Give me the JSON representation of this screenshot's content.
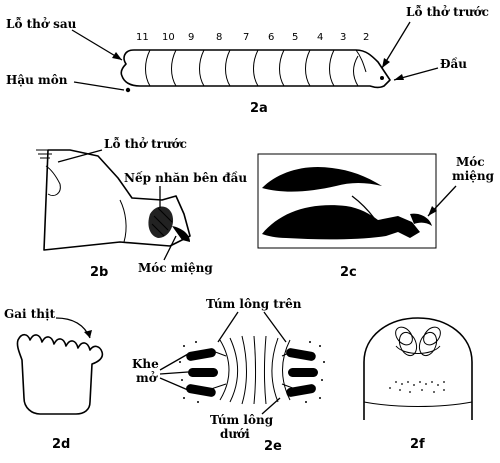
{
  "panel_2a": {
    "label_lo_tho_sau": "Lỗ thở sau",
    "label_lo_tho_truoc": "Lỗ thở trước",
    "label_hau_mon": "Hậu môn",
    "label_dau": "Đầu",
    "segments": [
      "11",
      "10",
      "9",
      "8",
      "7",
      "6",
      "5",
      "4",
      "3",
      "2"
    ],
    "caption": "2a"
  },
  "panel_2b": {
    "label_lo_tho_truoc": "Lỗ thở trước",
    "label_nep_nhan": "Nếp nhăn bên đầu",
    "label_moc_mieng": "Móc miệng",
    "caption": "2b"
  },
  "panel_2c": {
    "label_moc_mieng_line1": "Móc",
    "label_moc_mieng_line2": "miệng",
    "caption": "2c"
  },
  "panel_2d": {
    "label_gai_thit": "Gai thịt",
    "caption": "2d"
  },
  "panel_2e": {
    "label_tum_long_tren": "Túm lông trên",
    "label_khe_mo_line1": "Khe",
    "label_khe_mo_line2": "mở",
    "label_tum_long_duoi_line1": "Túm lông",
    "label_tum_long_duoi_line2": "dưới",
    "caption": "2e"
  },
  "panel_2f": {
    "caption": "2f"
  }
}
